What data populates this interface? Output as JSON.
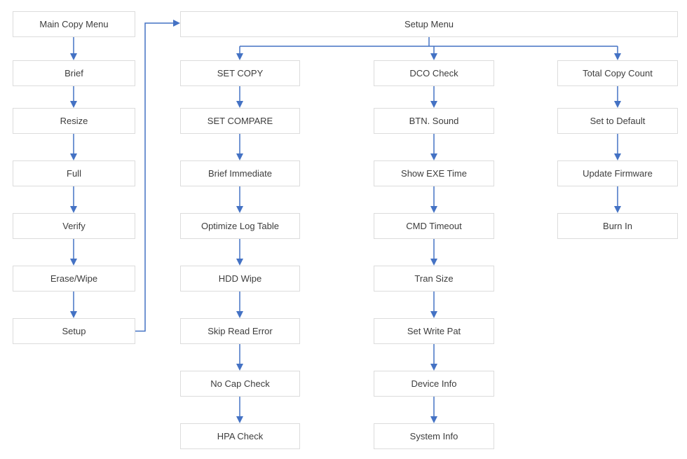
{
  "colors": {
    "arrow": "#4472C4",
    "box-border": "#DCDCDC",
    "box-fill": "#FFFFFF",
    "text": "#3D3D3D",
    "bg": "#FFFFFF"
  },
  "diagram": {
    "main_menu": {
      "root": "Main Copy Menu",
      "items": [
        "Brief",
        "Resize",
        "Full",
        "Verify",
        "Erase/Wipe",
        "Setup"
      ]
    },
    "setup_menu": {
      "root": "Setup Menu",
      "columns": [
        {
          "items": [
            "SET COPY",
            "SET COMPARE",
            "Brief Immediate",
            "Optimize Log Table",
            "HDD Wipe",
            "Skip Read Error",
            "No Cap Check",
            "HPA Check"
          ]
        },
        {
          "items": [
            "DCO Check",
            "BTN. Sound",
            "Show EXE Time",
            "CMD Timeout",
            "Tran Size",
            "Set Write Pat",
            "Device Info",
            "System Info"
          ]
        },
        {
          "items": [
            "Total Copy Count",
            "Set to Default",
            "Update Firmware",
            "Burn In"
          ]
        }
      ]
    }
  }
}
